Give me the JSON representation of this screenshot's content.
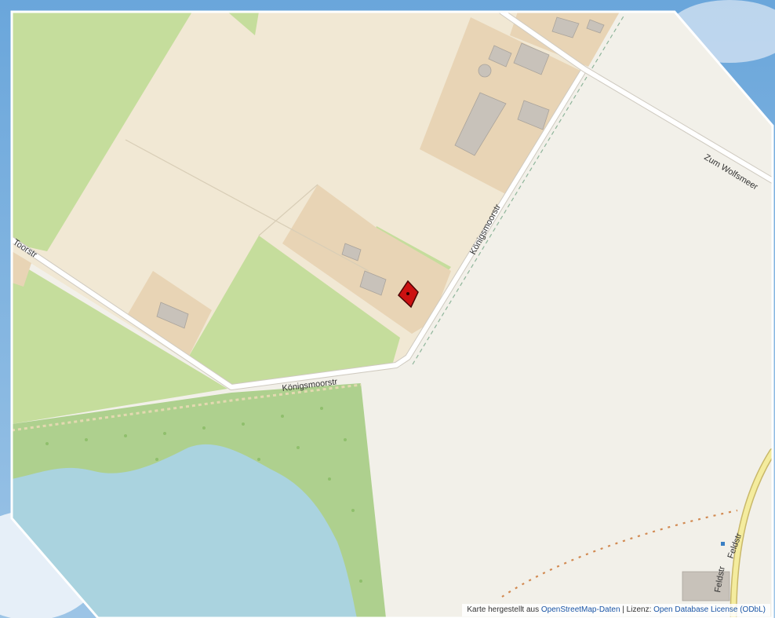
{
  "map": {
    "streets": {
      "koenigsmoor_bottom": "Königsmoorstr",
      "koenigsmoor_right": "Königsmoorstr",
      "zum_wolfsmeer": "Zum Wolfsmeer",
      "left_street": "Toorstr",
      "feldstr_a": "Feldstr",
      "feldstr_b": "Feldstr"
    },
    "marker": {
      "icon": "map-pin-icon",
      "color": "#cc1111"
    },
    "colors": {
      "farmland": "#f1e8d4",
      "meadow": "#c5dd9c",
      "residential": "#e8d4b5",
      "building": "#c8c2ba",
      "forest": "#aed08e",
      "water": "#aad3df",
      "road": "#ffffff",
      "plain": "#f2f0e9"
    }
  },
  "attribution": {
    "prefix": "Karte hergestellt aus",
    "osm_link": "OpenStreetMap-Daten",
    "separator": " | Lizenz:",
    "license_link": "Open Database License (ODbL)"
  }
}
